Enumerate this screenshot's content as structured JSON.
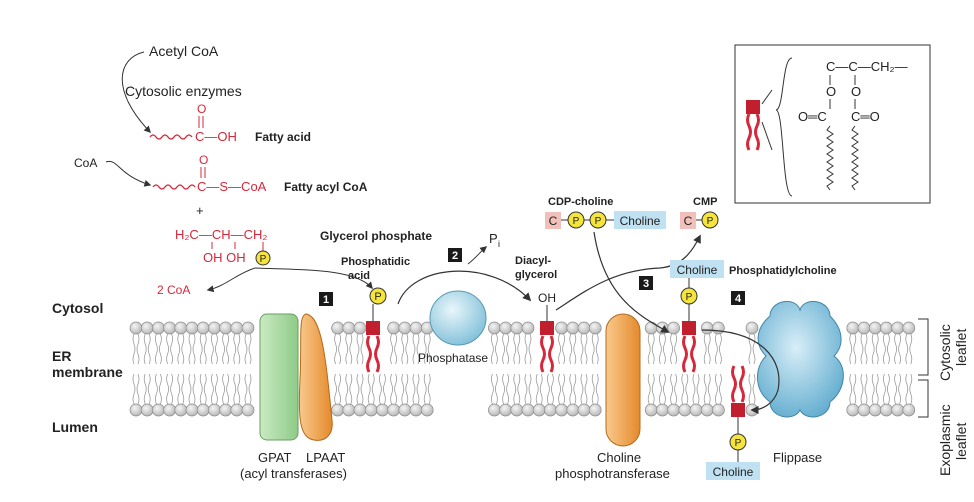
{
  "colors": {
    "red": "#d6283a",
    "phosphate": "#f4e43b",
    "choline_box": "#bfe1f2",
    "cytidine_box": "#f2c0bb",
    "gpat": "#a8d8a0",
    "lpaat": "#f3a250",
    "phosphatase": "#9fd2e6",
    "flippase": "#88c4de",
    "step_box": "#1a1a1a",
    "membrane_head": "#d2d2d2"
  },
  "top": {
    "acetyl_coa": "Acetyl CoA",
    "cytosolic_enzymes": "Cytosolic enzymes",
    "coa": "CoA",
    "fatty_acid_formula": "C—OH",
    "fatty_acid_carbonyl": "O",
    "fatty_acid": "Fatty acid",
    "fatty_acyl_formula": "C—S—CoA",
    "fatty_acyl_carbonyl": "O",
    "fatty_acyl_coa": "Fatty acyl CoA",
    "plus": "+",
    "glycerol_top": "H₂C—CH—CH₂",
    "glycerol_oh": "OH  OH",
    "glycerol_phosphate": "Glycerol phosphate",
    "two_coa": "2 CoA"
  },
  "steps": {
    "s1": "1",
    "s2": "2",
    "s3": "3",
    "s4": "4"
  },
  "phosphate_symbol": "P",
  "cytidine_symbol": "C",
  "pi": "P",
  "pi_sub": "i",
  "labels": {
    "phosphatidic_acid_1": "Phosphatidic",
    "phosphatidic_acid_2": "acid",
    "diacylglycerol_1": "Diacyl-",
    "diacylglycerol_2": "glycerol",
    "oh": "OH",
    "cdp_choline": "CDP-choline",
    "cmp": "CMP",
    "choline": "Choline",
    "phosphatidylcholine": "Phosphatidylcholine",
    "phosphatase": "Phosphatase",
    "cytosol": "Cytosol",
    "er_membrane_1": "ER",
    "er_membrane_2": "membrane",
    "lumen": "Lumen",
    "gpat": "GPAT",
    "lpaat": "LPAAT",
    "acyl_transferases": "(acyl transferases)",
    "choline_phosphotransferase_1": "Choline",
    "choline_phosphotransferase_2": "phosphotransferase",
    "flippase": "Flippase",
    "cytosolic_leaflet_1": "Cytosolic",
    "cytosolic_leaflet_2": "leaflet",
    "exoplasmic_leaflet_1": "Exoplasmic",
    "exoplasmic_leaflet_2": "leaflet"
  },
  "inset": {
    "row1": "C—C—CH₂—",
    "o": "O",
    "carbonyl": "O═C",
    "carbonyl2": "C═O"
  }
}
